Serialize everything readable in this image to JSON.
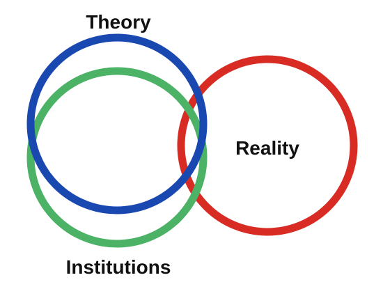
{
  "diagram": {
    "labels": {
      "theory": "Theory",
      "reality": "Reality",
      "institutions": "Institutions"
    },
    "circles": [
      {
        "name": "theory-circle",
        "label": "Theory",
        "color": "#1a48b1"
      },
      {
        "name": "institutions-circle",
        "label": "Institutions",
        "color": "#4cb266"
      },
      {
        "name": "reality-circle",
        "label": "Reality",
        "color": "#d72b23"
      }
    ]
  }
}
